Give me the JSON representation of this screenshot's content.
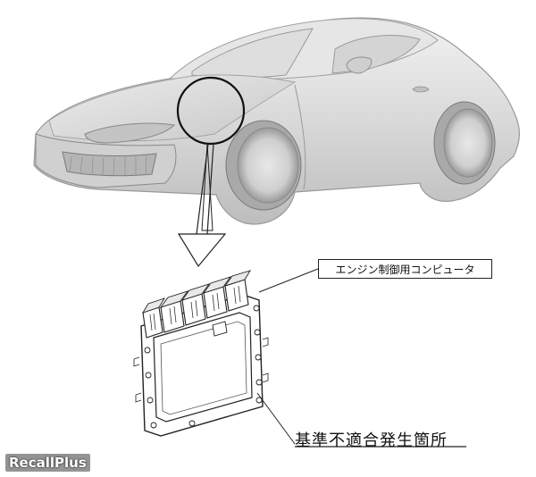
{
  "figure": {
    "callouts": {
      "component_label": "エンジン制御用コンピュータ",
      "defect_location_label": "基準不適合発生箇所"
    },
    "watermark": "RecallPlus"
  }
}
